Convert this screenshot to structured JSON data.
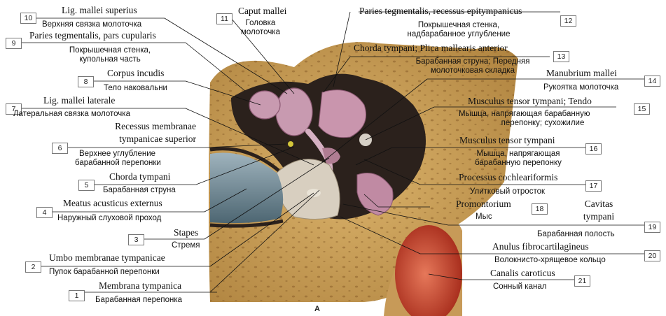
{
  "figure_letter": "A",
  "colors": {
    "bone": "#c9a25a",
    "bone_dark": "#8a5f2a",
    "cavity": "#2b211c",
    "membrane": "#d8cfc0",
    "canal": "#6e8692",
    "ossicle": "#c89ab0",
    "artery": "#c9422e"
  },
  "labels": [
    {
      "num": "1",
      "lat": "Membrana tympanica",
      "rus": "Барабанная перепонка"
    },
    {
      "num": "2",
      "lat": "Umbo membranae tympanicae",
      "rus": "Пупок барабанной перепонки"
    },
    {
      "num": "3",
      "lat": "Stapes",
      "rus": "Стремя"
    },
    {
      "num": "4",
      "lat": "Meatus acusticus externus",
      "rus": "Наружный слуховой проход"
    },
    {
      "num": "5",
      "lat": "Chorda tympani",
      "rus": "Барабанная струна"
    },
    {
      "num": "6",
      "lat": "Recessus membranae tympanicae superior",
      "lat_line1": "Recessus membranae",
      "lat_line2": "tympanicae superior",
      "rus": "Верхнее углубление барабанной перепонки",
      "rus_line1": "Верхнее углубление",
      "rus_line2": "барабанной перепонки"
    },
    {
      "num": "7",
      "lat": "Lig. mallei laterale",
      "rus": "Латеральная связка молоточка"
    },
    {
      "num": "8",
      "lat": "Corpus incudis",
      "rus": "Тело наковальни"
    },
    {
      "num": "9",
      "lat": "Paries tegmentalis, pars cupularis",
      "rus": "Покрышечная стенка, купольная часть",
      "rus_line1": "Покрышечная стенка,",
      "rus_line2": "купольная часть"
    },
    {
      "num": "10",
      "lat": "Lig. mallei superius",
      "rus": "Верхняя связка молоточка"
    },
    {
      "num": "11",
      "lat": "Caput mallei",
      "rus": "Головка молоточка",
      "rus_line1": "Головка",
      "rus_line2": "молоточка"
    },
    {
      "num": "12",
      "lat": "Paries tegmentalis, recessus epitympanicus",
      "rus": "Покрышечная стенка, надбарабанное углубление",
      "rus_line1": "Покрышечная стенка,",
      "rus_line2": "надбарабанное углубление"
    },
    {
      "num": "13",
      "lat": "Chorda tympani; Plica mallearis anterior",
      "rus": "Барабанная струна; Передняя молоточковая складка",
      "rus_line1": "Барабанная струна; Передняя",
      "rus_line2": "молоточковая складка"
    },
    {
      "num": "14",
      "lat": "Manubrium mallei",
      "rus": "Рукоятка молоточка"
    },
    {
      "num": "15",
      "lat": "Musculus tensor tympani; Tendo",
      "rus": "Мышца, напрягающая барабанную перепонку; сухожилие",
      "rus_line1": "Мышца, напрягающая барабанную",
      "rus_line2": "перепонку; сухожилие"
    },
    {
      "num": "16",
      "lat": "Musculus tensor tympani",
      "rus": "Мышца, напрягающая барабанную перепонку",
      "rus_line1": "Мышца, напрягающая",
      "rus_line2": "барабанную перепонку"
    },
    {
      "num": "17",
      "lat": "Processus cochleariformis",
      "rus": "Улитковый отросток"
    },
    {
      "num": "18",
      "lat": "Promontorium",
      "rus": "Мыс"
    },
    {
      "num": "19",
      "lat": "Cavitas tympani",
      "lat_line1": "Cavitas",
      "lat_line2": "tympani",
      "rus": "Барабанная полость"
    },
    {
      "num": "20",
      "lat": "Anulus fibrocartilagineus",
      "rus": "Волокнисто-хрящевое кольцо"
    },
    {
      "num": "21",
      "lat": "Canalis caroticus",
      "rus": "Сонный канал"
    }
  ]
}
